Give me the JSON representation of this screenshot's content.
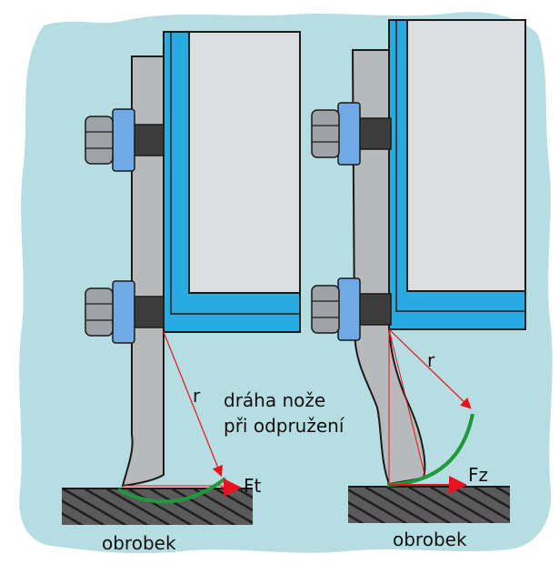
{
  "labels": {
    "radius_left": "r",
    "radius_right": "r",
    "path_line1": "dráha nože",
    "path_line2": "při odpružení",
    "force_left": "Ft",
    "force_right": "Fz",
    "workpiece_left": "obrobek",
    "workpiece_right": "obrobek"
  },
  "colors": {
    "background": "#b5dde2",
    "steel": "#b7b9bb",
    "steel_outline": "#1a1a1a",
    "bracket_blue": "#29abe2",
    "washer_blue": "#6fa9e6",
    "nut_gray": "#9fa3a7",
    "bolt_dark": "#3d3d3d",
    "machine_body": "#dcdddf",
    "force_arrow": "#e8131f",
    "path_arc": "#1f9a3a",
    "hatch": "#333333"
  }
}
